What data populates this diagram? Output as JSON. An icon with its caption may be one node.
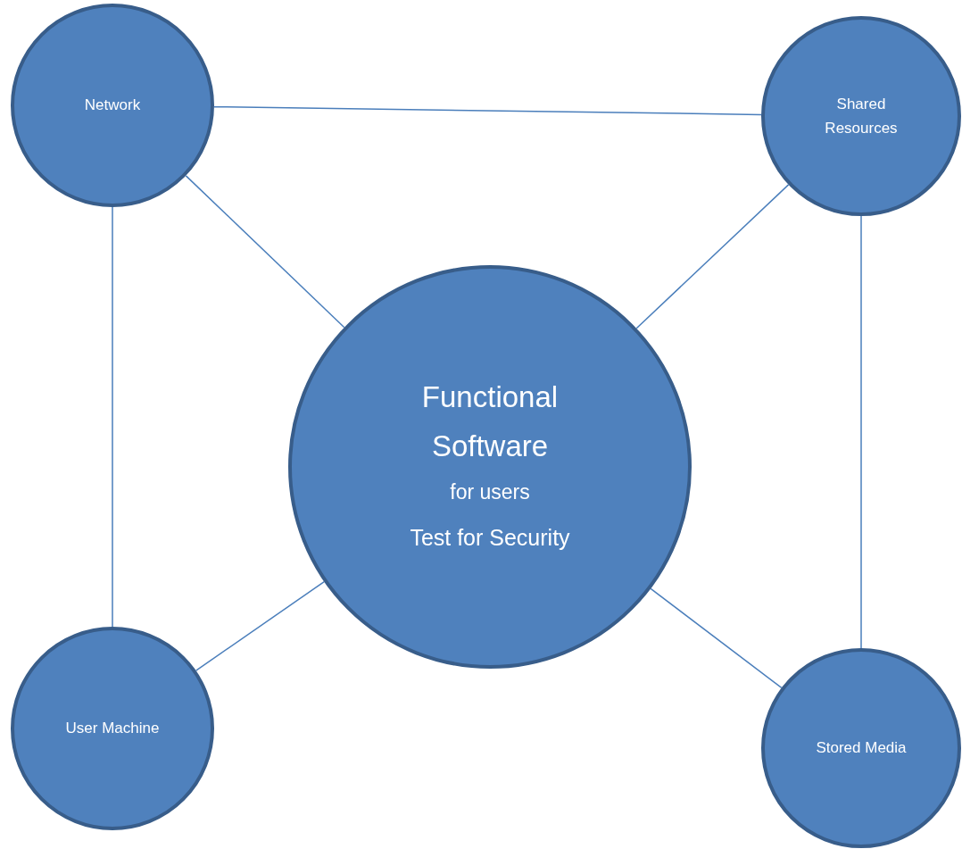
{
  "diagram": {
    "nodes": [
      {
        "text": [
          "Network"
        ]
      },
      {
        "text": [
          "Shared Resources"
        ]
      },
      {
        "text": [
          "Functional Software",
          "for users",
          "Test for Security"
        ]
      },
      {
        "text": [
          "User Machine"
        ]
      },
      {
        "text": [
          "Stored Media"
        ]
      }
    ],
    "edges": [
      {
        "from": 0,
        "to": 1,
        "arrow": "none"
      },
      {
        "from": 0,
        "to": 2,
        "arrow": "none"
      },
      {
        "from": 0,
        "to": 3,
        "arrow": "none"
      },
      {
        "from": 1,
        "to": 2,
        "arrow": "none"
      },
      {
        "from": 1,
        "to": 4,
        "arrow": "none"
      },
      {
        "from": 3,
        "to": 2,
        "arrow": "none"
      },
      {
        "from": 2,
        "to": 4,
        "arrow": "none"
      }
    ]
  }
}
